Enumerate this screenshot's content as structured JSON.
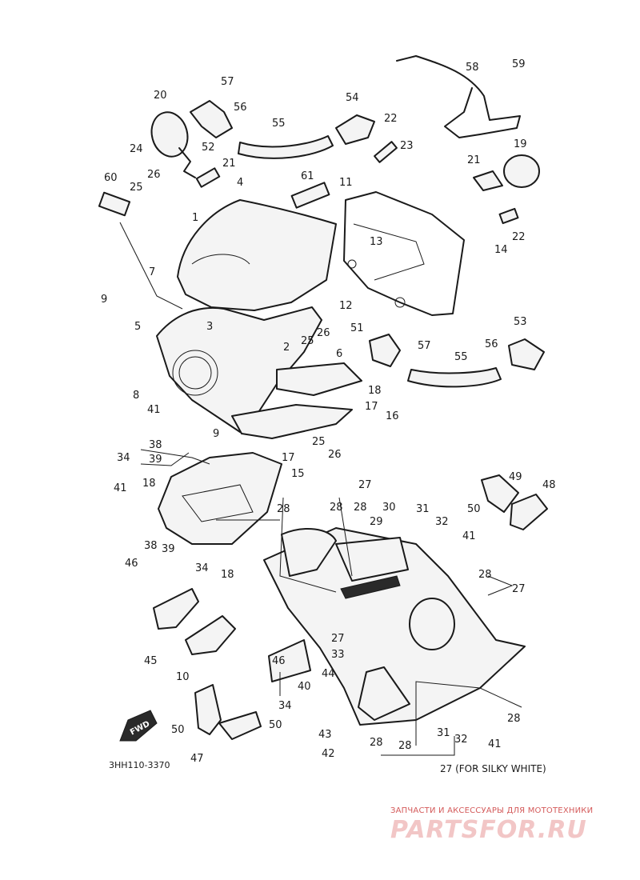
{
  "diagram": {
    "code_label": "3HH110-3370",
    "fwd_label": "FWD",
    "note_27": "27 (FOR SILKY WHITE)",
    "callouts": [
      "59",
      "58",
      "57",
      "20",
      "56",
      "54",
      "55",
      "22",
      "23",
      "19",
      "52",
      "24",
      "21",
      "60",
      "26",
      "25",
      "61",
      "4",
      "11",
      "21",
      "1",
      "13",
      "14",
      "22",
      "12",
      "7",
      "3",
      "9",
      "5",
      "26",
      "25",
      "8",
      "53",
      "51",
      "56",
      "55",
      "57",
      "6",
      "2",
      "9",
      "41",
      "18",
      "17",
      "16",
      "38",
      "34",
      "39",
      "15",
      "25",
      "26",
      "17",
      "27",
      "41",
      "18",
      "28",
      "28",
      "28",
      "30",
      "29",
      "32",
      "31",
      "41",
      "49",
      "48",
      "50",
      "38",
      "39",
      "34",
      "46",
      "18",
      "28",
      "27",
      "45",
      "10",
      "46",
      "27",
      "33",
      "44",
      "40",
      "34",
      "50",
      "47",
      "43",
      "31",
      "32",
      "41",
      "42",
      "28",
      "28",
      "28",
      "50"
    ]
  },
  "watermark": {
    "caption": "ЗАПЧАСТИ И АКСЕССУАРЫ ДЛЯ МОТОТЕХНИКИ",
    "logo": "PARTSFOR.RU"
  }
}
